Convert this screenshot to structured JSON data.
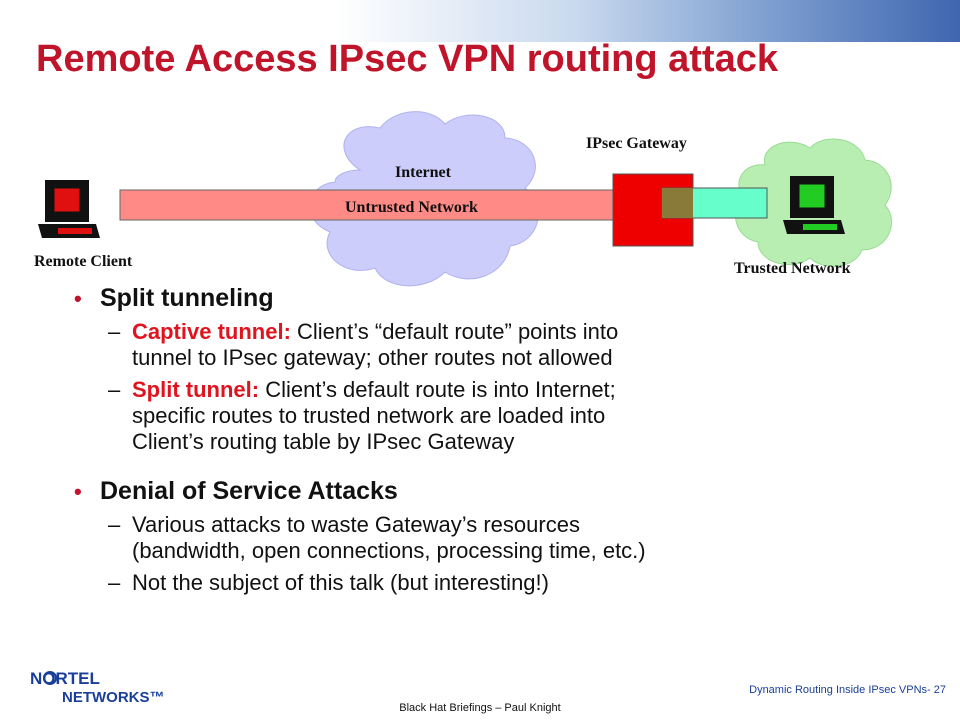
{
  "title": "Remote Access IPsec VPN routing attack",
  "diagram": {
    "internet_label": "Internet",
    "untrusted_label": "Untrusted Network",
    "gateway_label": "IPsec Gateway",
    "client_label": "Remote Client",
    "trusted_label": "Trusted Network"
  },
  "bullets": [
    {
      "heading": "Split tunneling",
      "subs": [
        {
          "lead": "Captive tunnel:",
          "text_lines": [
            " Client’s “default route” points into",
            "tunnel to IPsec gateway; other routes not allowed"
          ]
        },
        {
          "lead": "Split tunnel:",
          "text_lines": [
            " Client’s default route is into Internet;",
            "specific routes to trusted network are loaded into",
            "Client’s routing table by IPsec Gateway"
          ]
        }
      ]
    },
    {
      "heading": "Denial of Service Attacks",
      "subs": [
        {
          "lead": "",
          "text_lines": [
            "Various attacks to waste Gateway’s resources",
            "(bandwidth, open connections, processing time, etc.)"
          ]
        },
        {
          "lead": "",
          "text_lines": [
            "Not the subject of this talk (but interesting!)"
          ]
        }
      ]
    }
  ],
  "footer": {
    "right": "Dynamic Routing Inside IPsec VPNs- 27",
    "center": "Black Hat Briefings – Paul Knight",
    "logo_line1": "NORTEL",
    "logo_line2": "NETWORKS™"
  },
  "colors": {
    "accent_red": "#c0142a",
    "client_icon": "#e01010",
    "trusted_icon": "#22cc22",
    "gateway": "#ee0000"
  }
}
